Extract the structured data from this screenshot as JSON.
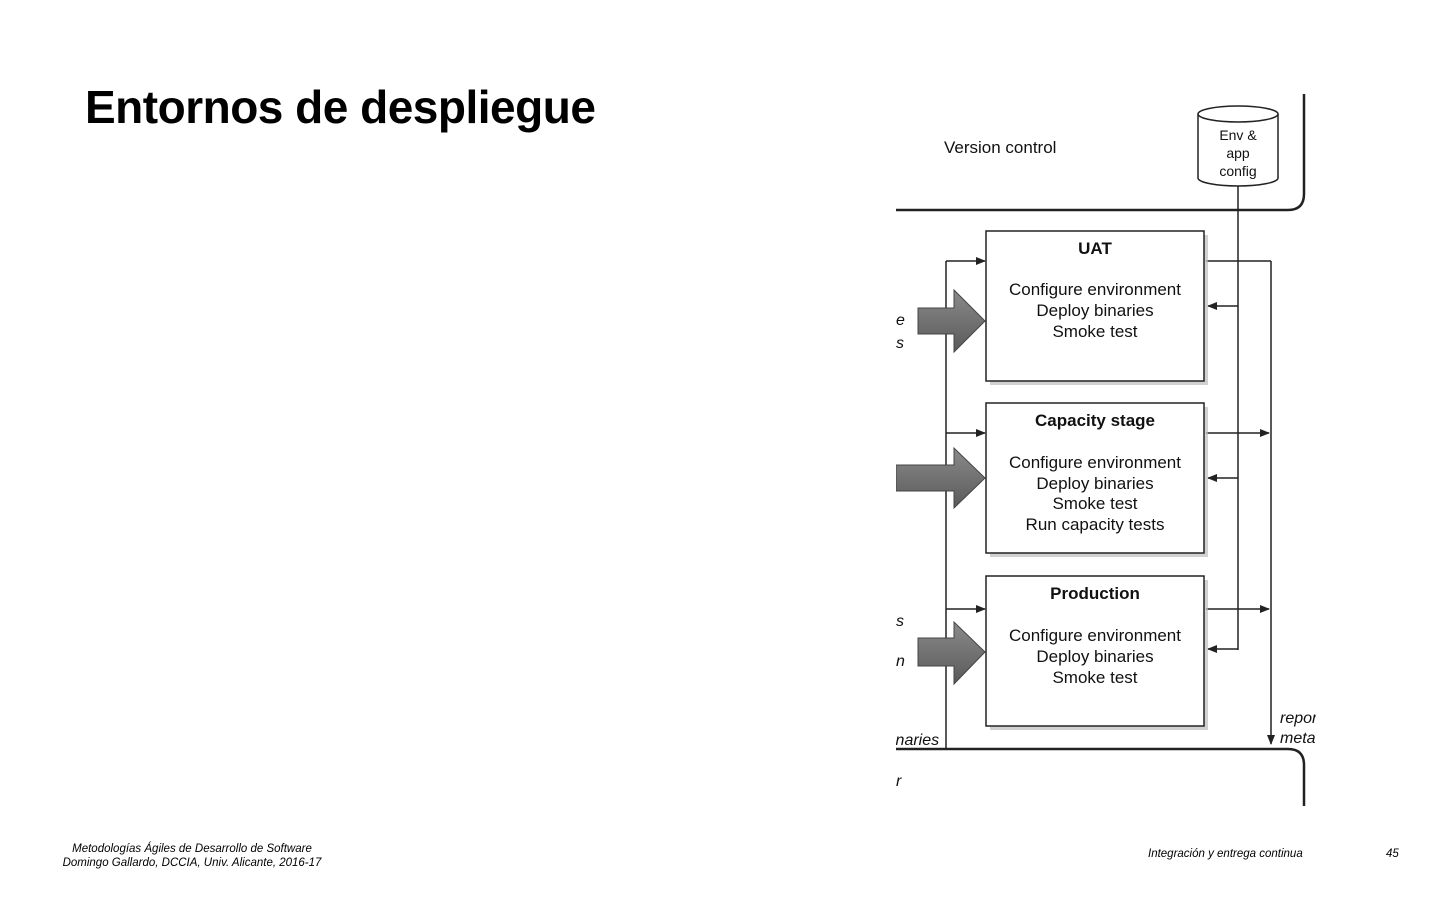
{
  "slide": {
    "title": "Entornos de despliegue"
  },
  "diagram": {
    "version_control_label": "Version control",
    "config_db": {
      "lines": [
        "Env &",
        "app",
        "config"
      ]
    },
    "stages": [
      {
        "title": "UAT",
        "steps": [
          "Configure environment",
          "Deploy binaries",
          "Smoke test"
        ]
      },
      {
        "title": "Capacity stage",
        "steps": [
          "Configure environment",
          "Deploy binaries",
          "Smoke test",
          "Run capacity tests"
        ]
      },
      {
        "title": "Production",
        "steps": [
          "Configure environment",
          "Deploy binaries",
          "Smoke test"
        ]
      }
    ],
    "reports_label": [
      "reports",
      "metadata"
    ],
    "cropped_fragments": [
      "e",
      "s",
      "s",
      "n",
      "inaries",
      "r"
    ]
  },
  "footer": {
    "course": "Metodologías Ágiles de Desarrollo de Software",
    "author": "Domingo Gallardo, DCCIA, Univ. Alicante, 2016-17",
    "topic": "Integración y entrega continua",
    "page_number": "45"
  },
  "colors": {
    "stroke": "#222222",
    "big_arrow": "#6e6e6e",
    "shadow": "#bbbbbb"
  }
}
